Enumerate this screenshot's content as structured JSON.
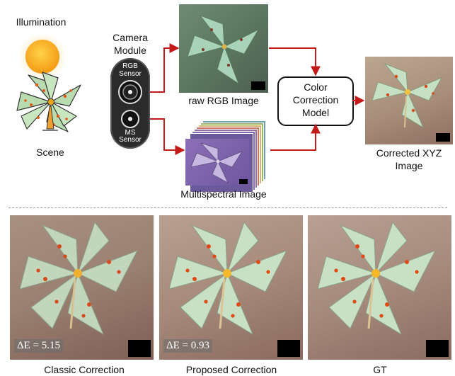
{
  "top": {
    "illumination_label": "Illumination",
    "scene_label": "Scene",
    "camera_label_line1": "Camera",
    "camera_label_line2": "Module",
    "rgb_sensor_line1": "RGB",
    "rgb_sensor_line2": "Sensor",
    "ms_sensor_line1": "MS",
    "ms_sensor_line2": "Sensor",
    "raw_rgb_label": "raw RGB Image",
    "multispectral_label": "Multispectral Image",
    "ccm_line1": "Color",
    "ccm_line2": "Correction",
    "ccm_line3": "Model",
    "corrected_line1": "Corrected XYZ",
    "corrected_line2": "Image"
  },
  "bottom": {
    "panels": [
      {
        "caption": "Classic Correction",
        "delta": "ΔE = 5.15"
      },
      {
        "caption": "Proposed Correction",
        "delta": "ΔE = 0.93"
      },
      {
        "caption": "GT",
        "delta": ""
      }
    ]
  },
  "colors": {
    "arrow": "#c41a1a",
    "sun": "#f5a81c",
    "pinwheel": "#b8dcb0",
    "camera_body": "#2b2b2b"
  }
}
